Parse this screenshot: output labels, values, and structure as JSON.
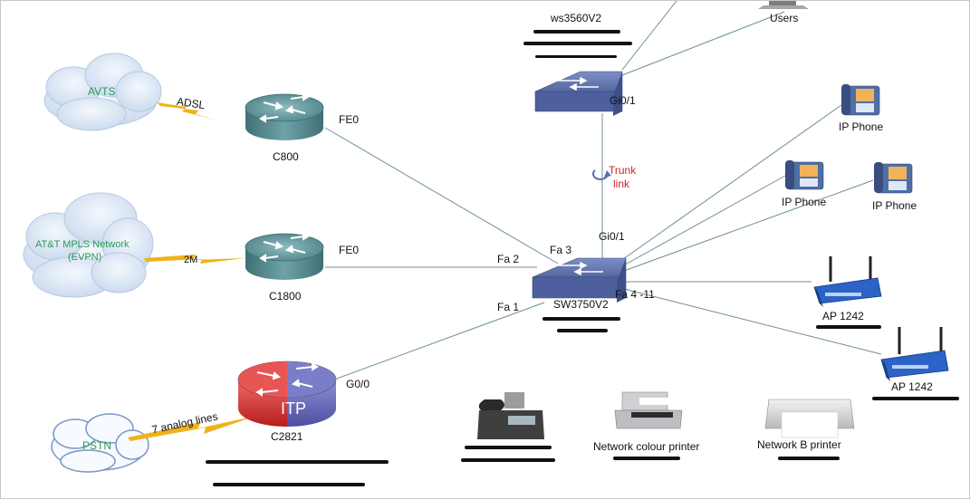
{
  "clouds": {
    "avts": "AVTS",
    "att_line1": "AT&T  MPLS Network",
    "att_line2": "(EVPN)",
    "pstn": "PSTN"
  },
  "links": {
    "adsl": "ADSL",
    "two_m": "2M",
    "analog": "7 analog lines",
    "trunk_line1": "Trunk",
    "trunk_line2": "link"
  },
  "routers": {
    "c800": "C800",
    "c1800": "C1800",
    "c2821": "C2821",
    "itp": "ITP"
  },
  "ports": {
    "c800_fe0": "FE0",
    "c1800_fe0": "FE0",
    "c2821_g0": "G0/0",
    "fa1": "Fa 1",
    "fa2": "Fa 2",
    "fa3": "Fa 3",
    "fa4_11": "Fa 4 -11",
    "gi01_top": "Gi0/1",
    "gi01_bottom": "Gi0/1"
  },
  "switches": {
    "ws3560": "ws3560V2",
    "sw3750": "SW3750V2"
  },
  "endpoints": {
    "users": "Users",
    "ip_phone_1": "IP Phone",
    "ip_phone_2": "IP Phone",
    "ip_phone_3": "IP Phone",
    "ap1": "AP  1242",
    "ap2": "AP  1242",
    "colour_printer": "Network  colour printer",
    "b_printer": "Network     B    printer"
  },
  "colors": {
    "link_line": "#6d8f9a",
    "cloud_fill": "#d7e4f3",
    "router_top": "#5b8f94",
    "switch_fill": "#4d5f9c",
    "serial_bolt": "#f0b21a",
    "itp_red": "#cf2a2a",
    "itp_blue": "#6366b8"
  }
}
